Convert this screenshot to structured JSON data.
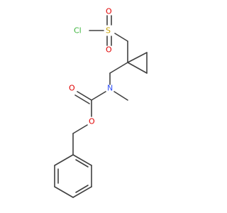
{
  "molecule": {
    "atoms": {
      "cl": {
        "text": "Cl",
        "color": "#3cb43c"
      },
      "s": {
        "text": "S",
        "color": "#c8a000"
      },
      "o_s_top": {
        "text": "O",
        "color": "#e00000"
      },
      "o_s_bottom": {
        "text": "O",
        "color": "#e00000"
      },
      "n": {
        "text": "N",
        "color": "#3050f8"
      },
      "o_carbonyl": {
        "text": "O",
        "color": "#e00000"
      },
      "o_ester": {
        "text": "O",
        "color": "#e00000"
      }
    },
    "bond_color": "#404040"
  }
}
